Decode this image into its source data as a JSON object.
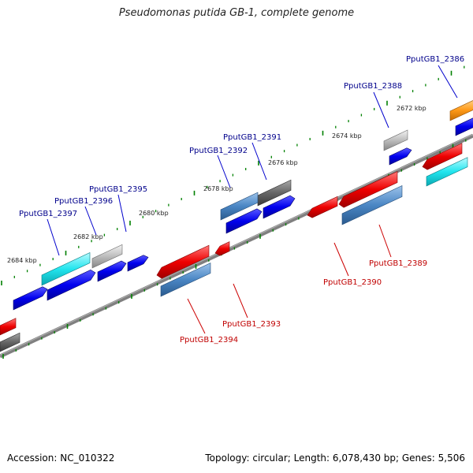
{
  "title": "Pseudomonas putida GB-1, complete genome",
  "footer": {
    "accession": "Accession: NC_010322",
    "summary": "Topology: circular; Length: 6,078,430 bp; Genes: 5,506"
  },
  "colors": {
    "forward_label": "#00008b",
    "reverse_label": "#c00000",
    "backbone": "#7a7a7a",
    "tick": "#007a00",
    "blue": "#0000ee",
    "red": "#ee0000",
    "cyan": "#22e5ee",
    "steelblue": "#4a86c4",
    "silver": "#b9b9b9",
    "gray": "#6a6a6a",
    "orange": "#ff9a18"
  },
  "kbp_labels": [
    "2672 kbp",
    "2674 kbp",
    "2676 kbp",
    "2678 kbp",
    "2680 kbp",
    "2682 kbp",
    "2684 kbp"
  ],
  "gene_labels": [
    {
      "id": "PputGB1_2386",
      "strand": "forward"
    },
    {
      "id": "PputGB1_2388",
      "strand": "forward"
    },
    {
      "id": "PputGB1_2391",
      "strand": "forward"
    },
    {
      "id": "PputGB1_2392",
      "strand": "forward"
    },
    {
      "id": "PputGB1_2395",
      "strand": "forward"
    },
    {
      "id": "PputGB1_2396",
      "strand": "forward"
    },
    {
      "id": "PputGB1_2397",
      "strand": "forward"
    },
    {
      "id": "PputGB1_2389",
      "strand": "reverse"
    },
    {
      "id": "PputGB1_2390",
      "strand": "reverse"
    },
    {
      "id": "PputGB1_2393",
      "strand": "reverse"
    },
    {
      "id": "PputGB1_2394",
      "strand": "reverse"
    }
  ]
}
